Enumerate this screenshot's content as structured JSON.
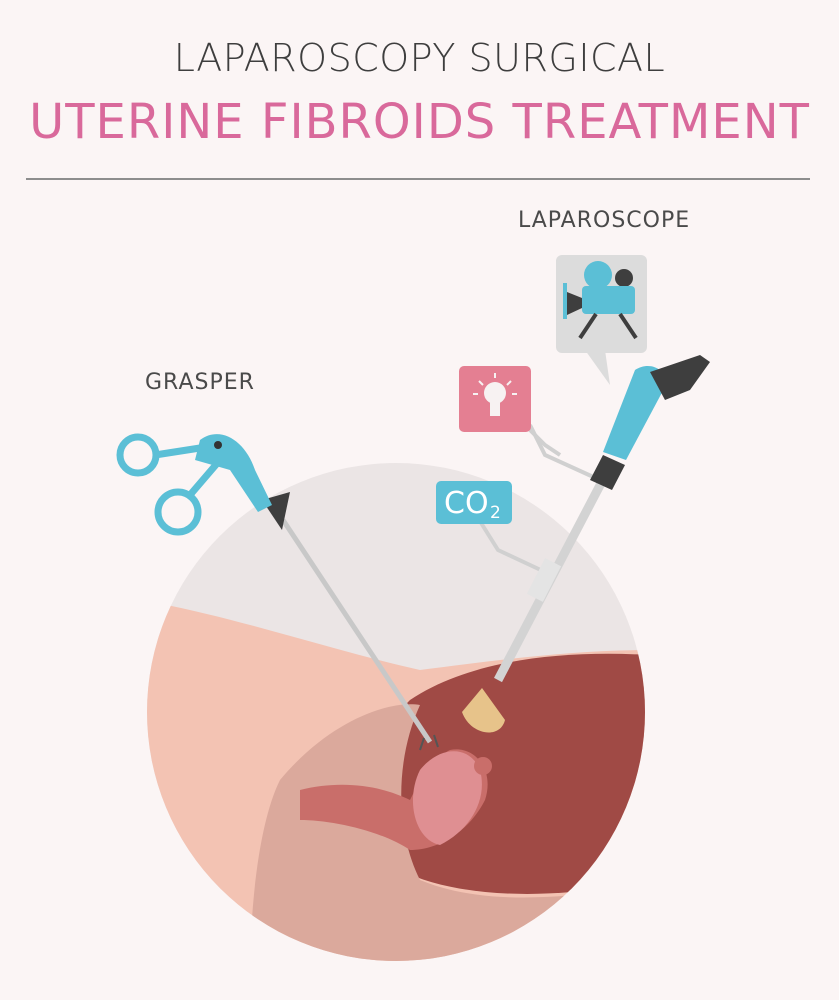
{
  "header": {
    "subtitle": "LAPAROSCOPY SURGICAL",
    "title": "UTERINE FIBROIDS TREATMENT"
  },
  "labels": {
    "laparoscope": "LAPAROSCOPE",
    "grasper": "GRASPER",
    "co2": "CO",
    "co2_sub": "2"
  },
  "icons": [
    "camera-icon",
    "light-bulb-icon",
    "co2-icon"
  ],
  "colors": {
    "accent_pink": "#d9699b",
    "instrument_blue": "#5bbfd6",
    "light_box": "#e47f92",
    "tissue_dark": "#a04a45",
    "skin": "#f3c3b3"
  }
}
